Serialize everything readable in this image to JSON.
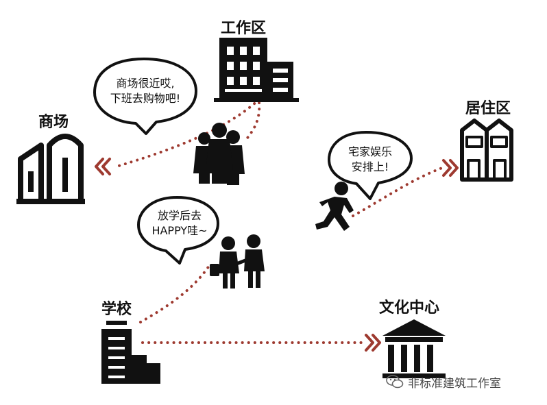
{
  "locations": {
    "work": "工作区",
    "mall": "商场",
    "residential": "居住区",
    "school": "学校",
    "culture": "文化中心"
  },
  "speech": {
    "mall_line1": "商场很近哎,",
    "mall_line2": "下班去购物吧!",
    "home_line1": "宅家娱乐",
    "home_line2": "安排上!",
    "school_line1": "放学后去",
    "school_line2": "HAPPY哇~"
  },
  "watermark": "非标准建筑工作室",
  "colors": {
    "path": "#9e3a30",
    "ink": "#111111"
  }
}
